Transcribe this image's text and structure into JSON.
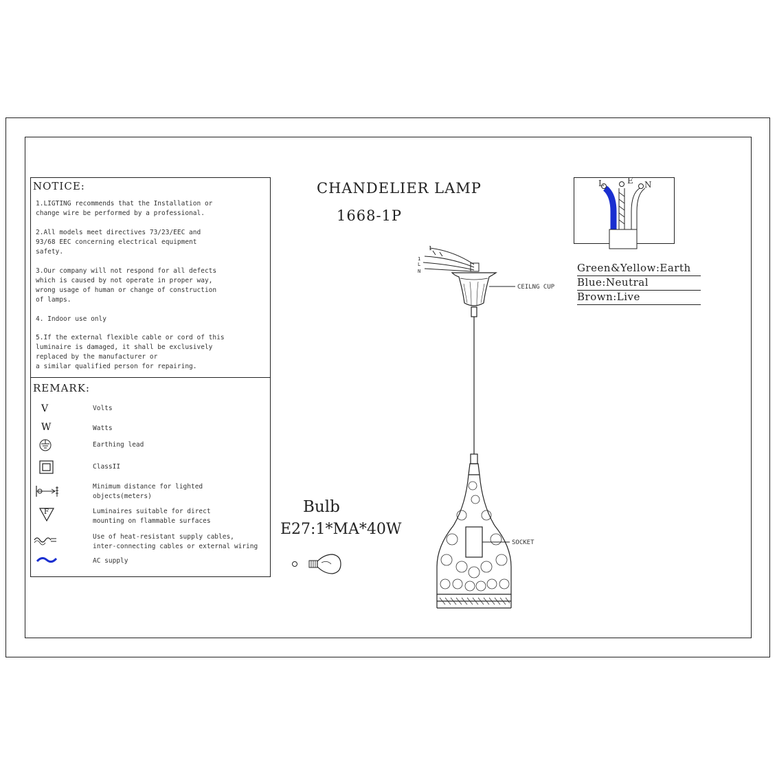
{
  "title": "CHANDELIER  LAMP",
  "model": "1668-1P",
  "notice": {
    "heading": "NOTICE:",
    "items": [
      "1.LIGTING recommends that the Installation or\nchange wire be performed by a professional.",
      "2.All models meet directives 73/23/EEC and\n 93/68 EEC concerning electrical equipment\nsafety.",
      "3.Our company will not respond for all defects\n  which is caused by not operate in proper way,\n  wrong usage of human or change of construction\n  of lamps.",
      "4. Indoor use only",
      "5.If the external flexible cable or cord of this\n  luminaire is damaged, it shall be exclusively\n  replaced by the manufacturer or\n  a similar qualified person for repairing."
    ]
  },
  "remark": {
    "heading": "REMARK:",
    "items": [
      {
        "symbol": "V",
        "icon": "volts-symbol",
        "text": "Volts"
      },
      {
        "symbol": "W",
        "icon": "watts-symbol",
        "text": "Watts"
      },
      {
        "symbol": "",
        "icon": "earthing-lead-icon",
        "text": "Earthing lead"
      },
      {
        "symbol": "",
        "icon": "class-ii-icon",
        "text": "ClassII"
      },
      {
        "symbol": "",
        "icon": "minimum-distance-icon",
        "text": "Minimum distance for lighted\nobjects(meters)"
      },
      {
        "symbol": "F",
        "icon": "flammable-surface-icon",
        "text": "Luminaires suitable for direct\nmounting on flammable surfaces"
      },
      {
        "symbol": "",
        "icon": "heat-resistant-cable-icon",
        "text": "Use of heat-resistant supply cables,\ninter-connecting cables or external wiring"
      },
      {
        "symbol": "",
        "icon": "ac-supply-icon",
        "text": "AC supply"
      }
    ]
  },
  "bulb": {
    "label": "Bulb",
    "spec": "E27:1*MA*40W"
  },
  "callouts": {
    "ceiling_cup": "CEILNG CUP",
    "socket": "SOCKET"
  },
  "wiring": {
    "terminal_l": "L",
    "terminal_e": "E",
    "terminal_n": "N",
    "legend": [
      "Green&Yellow:Earth",
      "Blue:Neutral",
      "Brown:Live"
    ],
    "colors": {
      "neutral_wire": "#1a2fd0"
    }
  }
}
